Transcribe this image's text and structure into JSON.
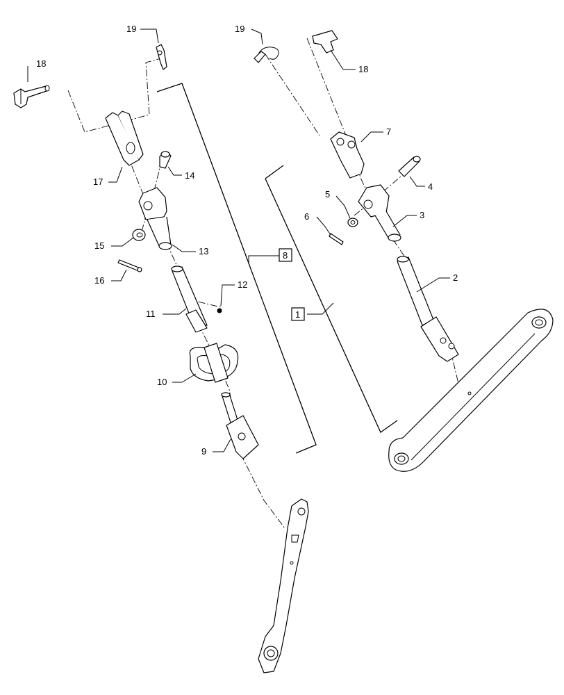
{
  "callouts": {
    "c1": "1",
    "c2": "2",
    "c3": "3",
    "c4": "4",
    "c5": "5",
    "c6": "6",
    "c7": "7",
    "c8": "8",
    "c9": "9",
    "c10": "10",
    "c11": "11",
    "c12": "12",
    "c13": "13",
    "c14": "14",
    "c15": "15",
    "c16": "16",
    "c17": "17",
    "c18a": "18",
    "c18b": "18",
    "c19a": "19",
    "c19b": "19"
  }
}
